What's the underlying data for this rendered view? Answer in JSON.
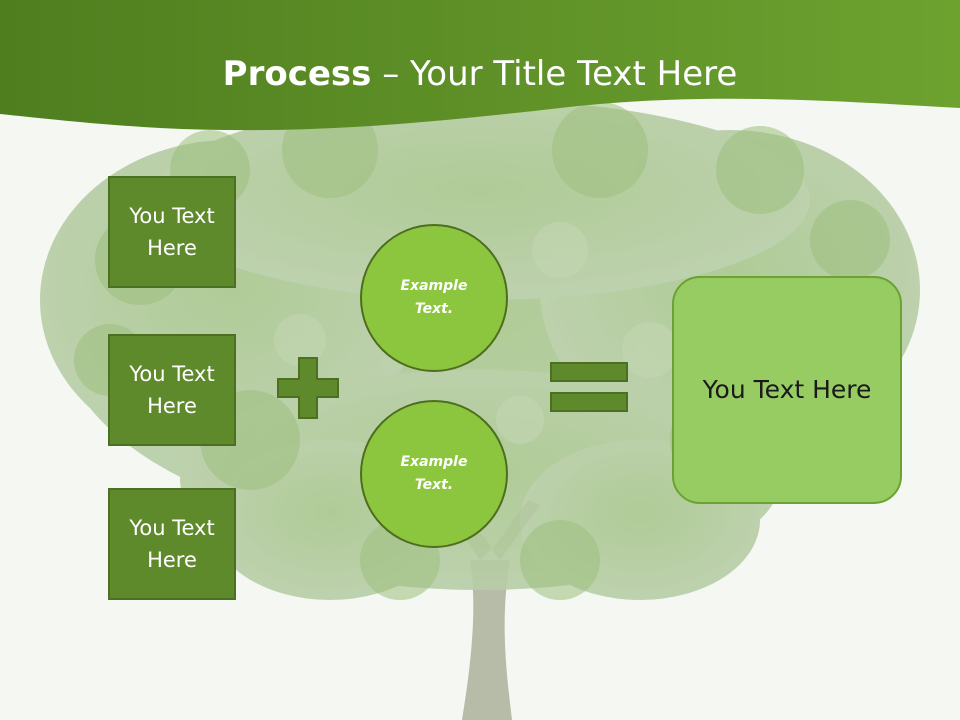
{
  "slide": {
    "title_bold": "Process",
    "title_separator": " – ",
    "title_rest": "Your Title Text Here",
    "left_boxes": [
      {
        "line1": "You Text",
        "line2": "Here"
      },
      {
        "line1": "You Text",
        "line2": "Here"
      },
      {
        "line1": "You Text",
        "line2": "Here"
      }
    ],
    "circles": [
      {
        "line1": "Example",
        "line2": "Text."
      },
      {
        "line1": "Example",
        "line2": "Text."
      }
    ],
    "result_text": "You Text Here",
    "icons": {
      "plus": "plus-icon",
      "equals": "equals-icon",
      "background": "tree-illustration"
    },
    "colors": {
      "header_green": "#5a8a26",
      "box_green": "#5f8a2c",
      "circle_green": "#8cc63f",
      "result_green": "#97cc63"
    }
  }
}
